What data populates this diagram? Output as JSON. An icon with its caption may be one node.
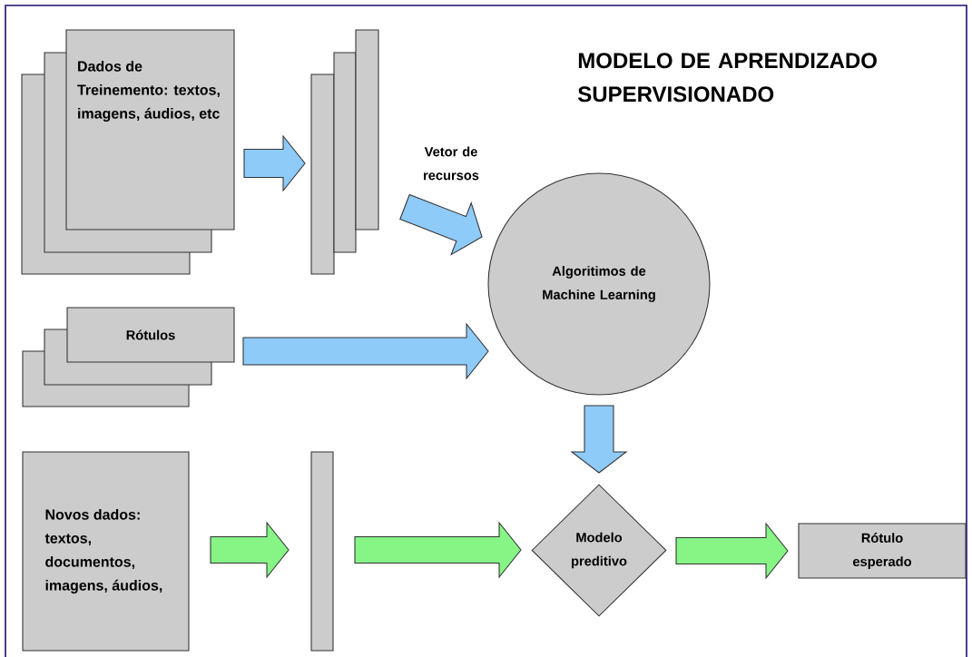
{
  "diagram": {
    "title": "MODELO DE APRENDIZADO SUPERVISIONADO",
    "nodes": [
      {
        "text": [
          "Dados de Treinemento: textos, imagens, áudios, etc"
        ]
      },
      {
        "text": [],
        "shape": "bar"
      },
      {
        "text": [
          "Algoritimos de Machine Learning"
        ]
      },
      {
        "text": [
          "Rótulos"
        ]
      },
      {
        "text": [
          "Novos dados: textos, documentos, imagens, áudios,"
        ]
      },
      {
        "text": [],
        "shape": "bar"
      },
      {
        "text": [
          "Modelo preditivo"
        ]
      },
      {
        "text": [
          "Rótulo esperado"
        ]
      }
    ],
    "edges": [
      {
        "from": 0,
        "to": 1,
        "arrow": "to"
      },
      {
        "from": 1,
        "to": 2,
        "arrow": "to",
        "label": "Vetor de recursos"
      },
      {
        "from": 3,
        "to": 2,
        "arrow": "to"
      },
      {
        "from": 2,
        "to": 6,
        "arrow": "to"
      },
      {
        "from": 4,
        "to": 5,
        "arrow": "to",
        "color": "#86f586"
      },
      {
        "from": 5,
        "to": 6,
        "arrow": "to",
        "color": "#86f586"
      },
      {
        "from": 6,
        "to": 7,
        "arrow": "to",
        "color": "#86f586"
      }
    ]
  }
}
